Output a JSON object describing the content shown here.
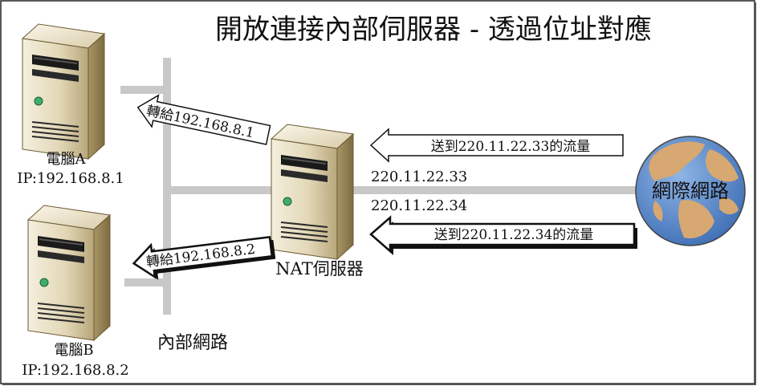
{
  "title": "開放連接內部伺服器 - 透過位址對應",
  "internal_network_label": "內部網路",
  "internet_label": "網際網路",
  "nat_server": {
    "label": "NAT伺服器",
    "ip1": "220.11.22.33",
    "ip2": "220.11.22.34"
  },
  "computer_a": {
    "name": "電腦A",
    "ip": "IP:192.168.8.1"
  },
  "computer_b": {
    "name": "電腦B",
    "ip": "IP:192.168.8.2"
  },
  "arrows": {
    "to_a": "轉給192.168.8.1",
    "to_b": "轉給192.168.8.2",
    "traffic_33": "送到220.11.22.33的流量",
    "traffic_34": "送到220.11.22.34的流量"
  },
  "colors": {
    "network_line": "#c8c8c8",
    "server_body": "#d8ccab",
    "globe_ocean": "#5b86c8",
    "globe_land": "#d7a871"
  }
}
